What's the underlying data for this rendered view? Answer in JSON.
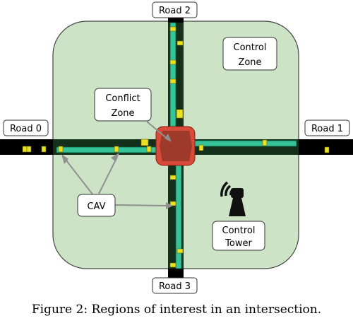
{
  "roads": {
    "north": "Road 2",
    "west": "Road 0",
    "east": "Road 1",
    "south": "Road 3"
  },
  "zones": {
    "control_zone_line1": "Control",
    "control_zone_line2": "Zone",
    "conflict_zone_line1": "Conflict",
    "conflict_zone_line2": "Zone"
  },
  "labels": {
    "cav": "CAV",
    "control_tower_line1": "Control",
    "control_tower_line2": "Tower"
  },
  "icons": {
    "tower": "control-tower-icon"
  },
  "colors": {
    "control_zone": "#cde3c5",
    "lane": "#35c49a",
    "road": "#14301a",
    "vehicle": "#e8e226",
    "conflict_zone": "#d84a3a"
  },
  "caption": "Figure 2: Regions of interest in an intersection."
}
